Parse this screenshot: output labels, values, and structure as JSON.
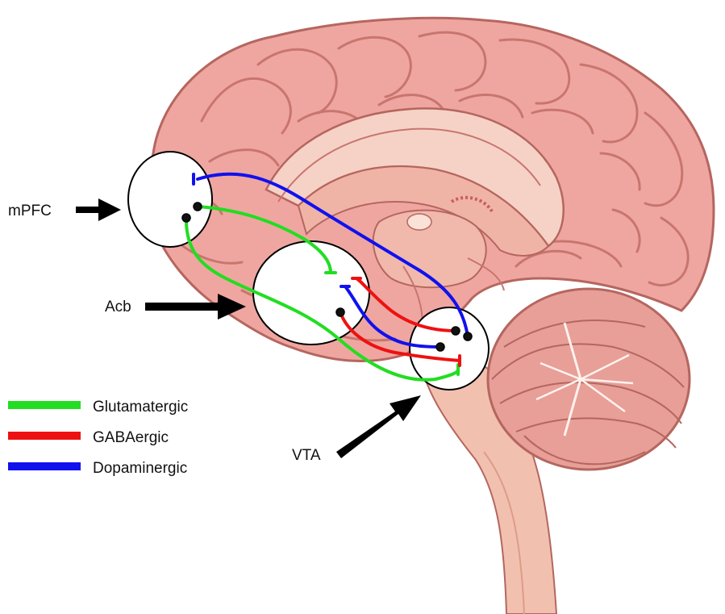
{
  "regions": {
    "mpfc": "mPFC",
    "acb": "Acb",
    "vta": "VTA"
  },
  "legend": [
    {
      "label": "Glutamatergic",
      "color": "#22dd22"
    },
    {
      "label": "GABAergic",
      "color": "#ee1111"
    },
    {
      "label": "Dopaminergic",
      "color": "#1111ee"
    }
  ],
  "colors": {
    "brain_fill": "#efa6a0",
    "brain_fold": "#d9837c",
    "brain_outline": "#b5665f",
    "stem_fill": "#f2c0ae",
    "cerebellum_fill": "#e79f98",
    "glutamatergic": "#22dd22",
    "gabaergic": "#ee1111",
    "dopaminergic": "#1111ee",
    "arrow": "#000000"
  },
  "icons": {
    "brain": "brain-sagittal-illustration",
    "arrows": "arrow-right",
    "terminal_axon": "t-bar-synapse",
    "cell_body": "dot-soma"
  }
}
